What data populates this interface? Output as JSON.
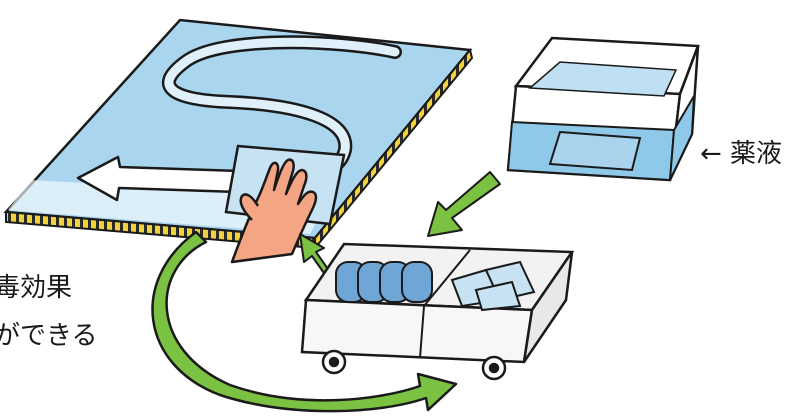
{
  "labels": {
    "solution": "← 薬液",
    "effect_line1": "毒効果",
    "effect_line2": "ができる"
  },
  "colors": {
    "board_water": "#a9d6ee",
    "board_edge": "#f2d23a",
    "tub_water": "#8fc9ea",
    "arrow_green": "#7cc242",
    "skin": "#f4a684",
    "cart": "#f2f2f2",
    "mop_blue": "#6fa6d6",
    "ink": "#1a1a1a"
  },
  "icons": {
    "board": "floor-board-illustration",
    "tub": "solution-tub-illustration",
    "cart": "mop-cart-illustration",
    "hand": "hand-wiping-illustration"
  }
}
